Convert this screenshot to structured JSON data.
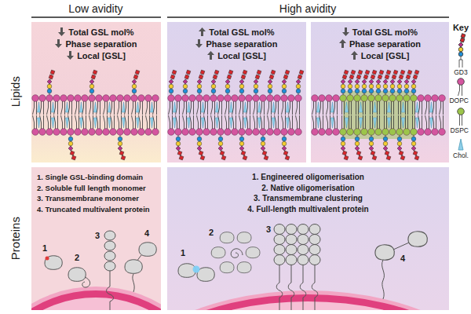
{
  "diagram": {
    "nodes": [
      {
        "text": [
          "Total GSL mol%",
          "Phase separation",
          "Local [GSL]"
        ]
      },
      {
        "text": [
          "Total GSL mol%",
          "Phase separation",
          "Local [GSL]"
        ]
      },
      {
        "text": [
          "Total GSL mol%",
          "Phase separation",
          "Local [GSL]"
        ]
      },
      {
        "text": [
          "1. Single GSL-binding domain",
          "2. Soluble full length monomer",
          "3. Transmembrane monomer",
          "4. Truncated multivalent protein"
        ]
      },
      {
        "text": [
          "1. Engineered oligomerisation",
          "2. Native oligomerisation",
          "3. Transmembrane clustering",
          "4. Full-length multivalent protein"
        ]
      }
    ],
    "labels": [
      "Low avidity",
      "High avidity",
      "Lipids",
      "Proteins",
      "Key",
      "1",
      "2",
      "3",
      "4",
      "1",
      "2",
      "3",
      "4"
    ],
    "legend": [
      {
        "text": "GD3"
      },
      {
        "text": "DOPC"
      },
      {
        "text": "DSPC"
      },
      {
        "text": "Chol."
      }
    ]
  }
}
